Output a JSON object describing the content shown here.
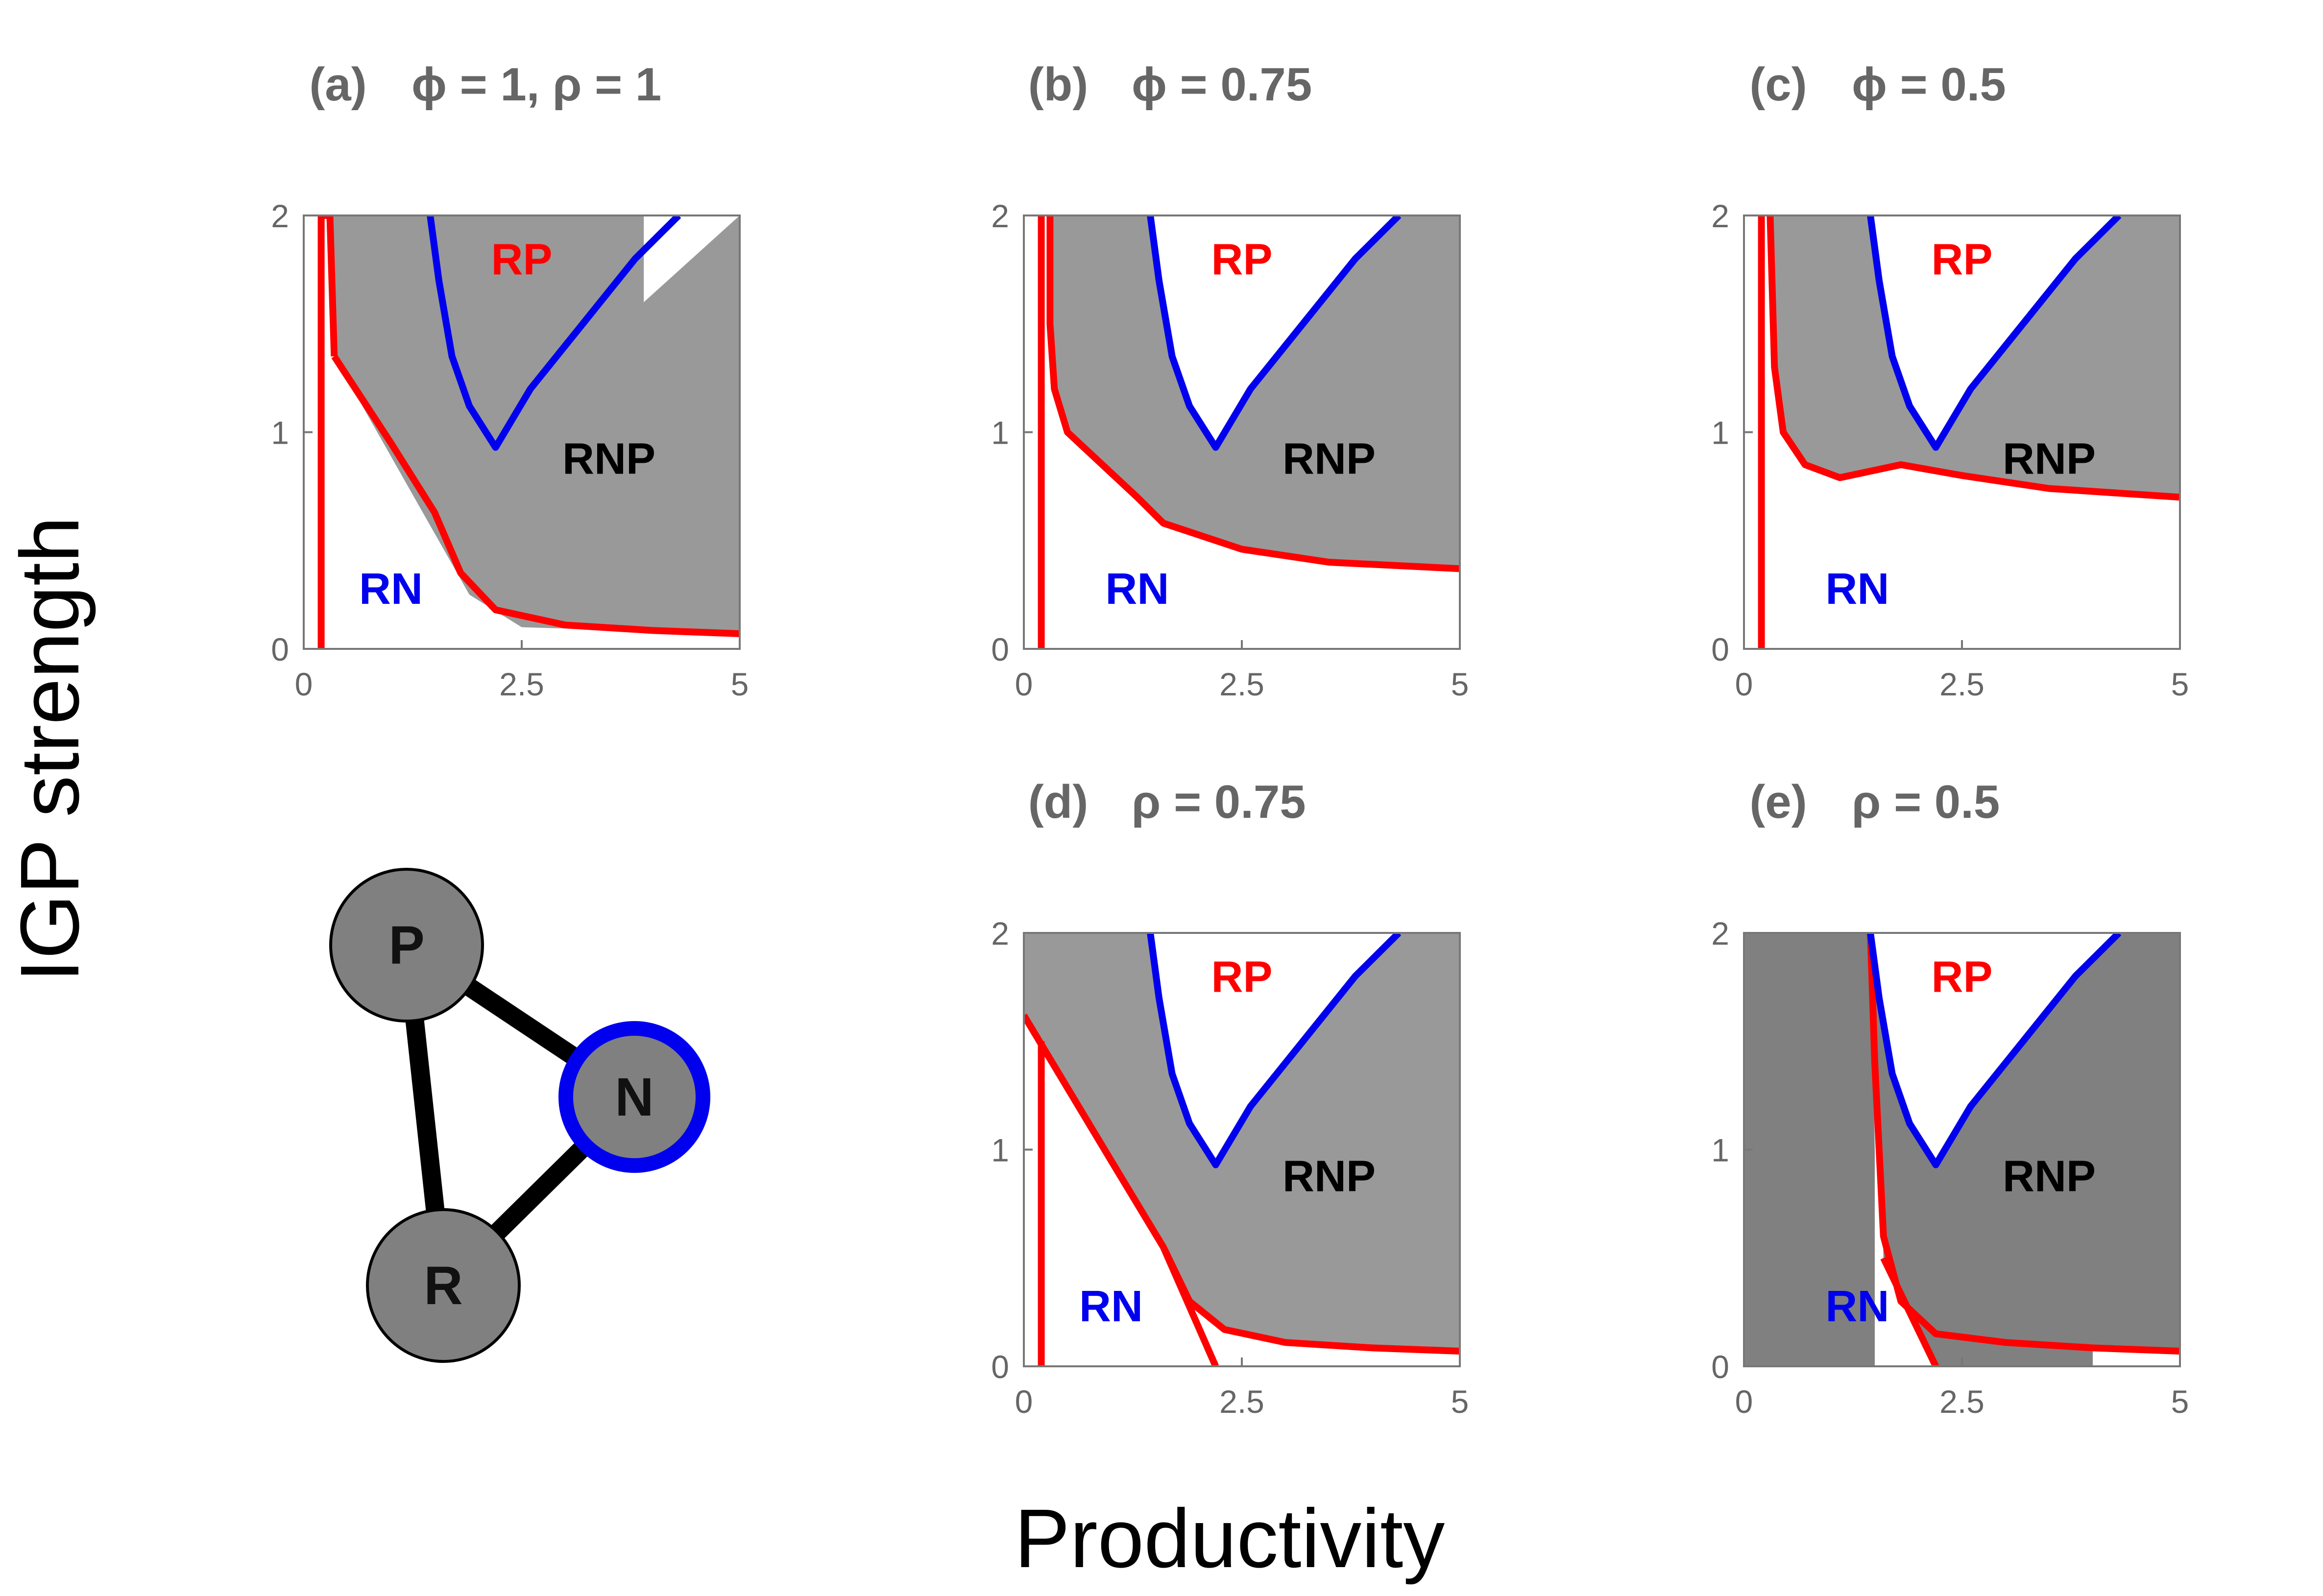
{
  "figure": {
    "ylabel": "IGP strength",
    "xlabel": "Productivity"
  },
  "colors": {
    "feasible_fill": "#999999",
    "dark_fill": "#808080",
    "red_boundary": "#ff0000",
    "blue_boundary": "#0000ee",
    "title_gray": "#666666"
  },
  "network": {
    "nodes": [
      {
        "label": "P",
        "fill": "#808080",
        "ring": "#000000"
      },
      {
        "label": "N",
        "fill": "#808080",
        "ring": "#0000ee"
      },
      {
        "label": "R",
        "fill": "#808080",
        "ring": "#000000"
      }
    ],
    "edges": [
      [
        "P",
        "N"
      ],
      [
        "P",
        "R"
      ],
      [
        "R",
        "N"
      ]
    ]
  },
  "chart_data": [
    {
      "id": "a",
      "type": "area",
      "panel_letter": "(a)",
      "params": "ϕ = 1, ρ = 1",
      "xlim": [
        0,
        5
      ],
      "ylim": [
        0,
        2
      ],
      "xticks": [
        "0",
        "2.5",
        "5"
      ],
      "yticks": [
        "0",
        "1",
        "2"
      ],
      "region_labels": [
        {
          "text": "RP",
          "color": "#ff0000",
          "x": 2.5,
          "y": 1.8
        },
        {
          "text": "RNP",
          "color": "#000000",
          "x": 3.5,
          "y": 0.88
        },
        {
          "text": "RN",
          "color": "#0000ee",
          "x": 1.0,
          "y": 0.28
        }
      ],
      "fills": [
        {
          "color": "#999999",
          "points": [
            [
              0.3,
              2
            ],
            [
              3.9,
              2
            ],
            [
              3.9,
              1.6
            ],
            [
              2.2,
              0.9
            ],
            [
              2.6,
              1.6
            ],
            [
              3.9,
              1.6
            ],
            [
              5,
              2
            ],
            [
              5,
              0.07
            ],
            [
              2.5,
              0.1
            ],
            [
              1.9,
              0.25
            ],
            [
              0.35,
              1.35
            ]
          ]
        }
      ],
      "red_curve": [
        [
          0.35,
          1.35
        ],
        [
          1.0,
          0.95
        ],
        [
          1.5,
          0.63
        ],
        [
          1.8,
          0.35
        ],
        [
          2.2,
          0.18
        ],
        [
          3.0,
          0.11
        ],
        [
          4.0,
          0.085
        ],
        [
          5.0,
          0.07
        ]
      ],
      "red_vertical": [
        [
          0.2,
          0
        ],
        [
          0.2,
          2
        ],
        [
          0.3,
          2
        ],
        [
          0.35,
          1.35
        ]
      ],
      "blue_curve": [
        [
          1.45,
          2
        ],
        [
          1.55,
          1.7
        ],
        [
          1.7,
          1.35
        ],
        [
          1.9,
          1.12
        ],
        [
          2.2,
          0.93
        ],
        [
          2.6,
          1.2
        ],
        [
          3.2,
          1.5
        ],
        [
          3.8,
          1.8
        ],
        [
          4.3,
          2
        ]
      ]
    },
    {
      "id": "b",
      "type": "area",
      "panel_letter": "(b)",
      "params": "ϕ = 0.75",
      "xlim": [
        0,
        5
      ],
      "ylim": [
        0,
        2
      ],
      "xticks": [
        "0",
        "2.5",
        "5"
      ],
      "yticks": [
        "0",
        "1",
        "2"
      ],
      "region_labels": [
        {
          "text": "RP",
          "color": "#ff0000",
          "x": 2.5,
          "y": 1.8
        },
        {
          "text": "RNP",
          "color": "#000000",
          "x": 3.5,
          "y": 0.88
        },
        {
          "text": "RN",
          "color": "#0000ee",
          "x": 1.3,
          "y": 0.28
        }
      ],
      "fills": [
        {
          "color": "#999999",
          "points": [
            [
              0.3,
              2
            ],
            [
              1.45,
              2
            ],
            [
              1.55,
              1.7
            ],
            [
              1.7,
              1.35
            ],
            [
              1.9,
              1.12
            ],
            [
              2.2,
              0.93
            ],
            [
              2.6,
              1.2
            ],
            [
              3.2,
              1.5
            ],
            [
              3.8,
              1.8
            ],
            [
              4.3,
              2
            ],
            [
              5,
              2
            ],
            [
              5,
              0.37
            ],
            [
              3.5,
              0.4
            ],
            [
              2.5,
              0.46
            ],
            [
              1.6,
              0.58
            ],
            [
              1.3,
              0.7
            ],
            [
              0.5,
              1.0
            ],
            [
              0.35,
              1.2
            ],
            [
              0.3,
              1.5
            ]
          ]
        }
      ],
      "red_curve": [
        [
          0.3,
          2
        ],
        [
          0.3,
          1.5
        ],
        [
          0.35,
          1.2
        ],
        [
          0.5,
          1.0
        ],
        [
          1.3,
          0.7
        ],
        [
          1.6,
          0.58
        ],
        [
          2.5,
          0.46
        ],
        [
          3.5,
          0.4
        ],
        [
          5.0,
          0.37
        ]
      ],
      "red_vertical": [
        [
          0.2,
          0
        ],
        [
          0.2,
          2
        ]
      ],
      "blue_curve": [
        [
          1.45,
          2
        ],
        [
          1.55,
          1.7
        ],
        [
          1.7,
          1.35
        ],
        [
          1.9,
          1.12
        ],
        [
          2.2,
          0.93
        ],
        [
          2.6,
          1.2
        ],
        [
          3.2,
          1.5
        ],
        [
          3.8,
          1.8
        ],
        [
          4.3,
          2
        ]
      ]
    },
    {
      "id": "c",
      "type": "area",
      "panel_letter": "(c)",
      "params": "ϕ = 0.5",
      "xlim": [
        0,
        5
      ],
      "ylim": [
        0,
        2
      ],
      "xticks": [
        "0",
        "2.5",
        "5"
      ],
      "yticks": [
        "0",
        "1",
        "2"
      ],
      "region_labels": [
        {
          "text": "RP",
          "color": "#ff0000",
          "x": 2.5,
          "y": 1.8
        },
        {
          "text": "RNP",
          "color": "#000000",
          "x": 3.5,
          "y": 0.88
        },
        {
          "text": "RN",
          "color": "#0000ee",
          "x": 1.3,
          "y": 0.28
        }
      ],
      "fills": [
        {
          "color": "#999999",
          "points": [
            [
              0.3,
              2
            ],
            [
              1.45,
              2
            ],
            [
              1.55,
              1.7
            ],
            [
              1.7,
              1.35
            ],
            [
              1.9,
              1.12
            ],
            [
              2.2,
              0.93
            ],
            [
              2.6,
              1.2
            ],
            [
              3.2,
              1.5
            ],
            [
              3.8,
              1.8
            ],
            [
              4.3,
              2
            ],
            [
              5,
              2
            ],
            [
              5,
              0.7
            ],
            [
              3.5,
              0.74
            ],
            [
              2.5,
              0.8
            ],
            [
              1.8,
              0.85
            ],
            [
              1.1,
              0.79
            ],
            [
              0.7,
              0.85
            ],
            [
              0.45,
              1.0
            ],
            [
              0.35,
              1.3
            ]
          ]
        }
      ],
      "red_curve": [
        [
          0.3,
          2
        ],
        [
          0.35,
          1.3
        ],
        [
          0.45,
          1.0
        ],
        [
          0.7,
          0.85
        ],
        [
          1.1,
          0.79
        ],
        [
          1.8,
          0.85
        ],
        [
          2.5,
          0.8
        ],
        [
          3.5,
          0.74
        ],
        [
          5.0,
          0.7
        ]
      ],
      "red_vertical": [
        [
          0.2,
          0
        ],
        [
          0.2,
          2
        ]
      ],
      "blue_curve": [
        [
          1.45,
          2
        ],
        [
          1.55,
          1.7
        ],
        [
          1.7,
          1.35
        ],
        [
          1.9,
          1.12
        ],
        [
          2.2,
          0.93
        ],
        [
          2.6,
          1.2
        ],
        [
          3.2,
          1.5
        ],
        [
          3.8,
          1.8
        ],
        [
          4.3,
          2
        ]
      ]
    },
    {
      "id": "d",
      "type": "area",
      "panel_letter": "(d)",
      "params": "ρ = 0.75",
      "xlim": [
        0,
        5
      ],
      "ylim": [
        0,
        2
      ],
      "xticks": [
        "0",
        "2.5",
        "5"
      ],
      "yticks": [
        "0",
        "1",
        "2"
      ],
      "region_labels": [
        {
          "text": "RP",
          "color": "#ff0000",
          "x": 2.5,
          "y": 1.8
        },
        {
          "text": "RNP",
          "color": "#000000",
          "x": 3.5,
          "y": 0.88
        },
        {
          "text": "RN",
          "color": "#0000ee",
          "x": 1.0,
          "y": 0.28
        }
      ],
      "fills": [
        {
          "color": "#999999",
          "points": [
            [
              0,
              2
            ],
            [
              1.45,
              2
            ],
            [
              1.55,
              1.7
            ],
            [
              1.7,
              1.35
            ],
            [
              1.9,
              1.12
            ],
            [
              2.2,
              0.93
            ],
            [
              2.6,
              1.2
            ],
            [
              3.2,
              1.5
            ],
            [
              3.8,
              1.8
            ],
            [
              4.3,
              2
            ],
            [
              5,
              2
            ],
            [
              5,
              0.07
            ],
            [
              3.0,
              0.1
            ],
            [
              2.3,
              0.17
            ],
            [
              2.0,
              0.25
            ],
            [
              0,
              1.6
            ]
          ]
        }
      ],
      "red_curve": [
        [
          0,
          1.62
        ],
        [
          1.0,
          0.95
        ],
        [
          1.6,
          0.55
        ],
        [
          1.9,
          0.3
        ],
        [
          2.3,
          0.17
        ],
        [
          3.0,
          0.11
        ],
        [
          4.0,
          0.085
        ],
        [
          5.0,
          0.07
        ]
      ],
      "red_extra": [
        [
          1.6,
          0.55
        ],
        [
          2.2,
          0
        ]
      ],
      "red_vertical": [
        [
          0.2,
          0
        ],
        [
          0.2,
          1.5
        ]
      ],
      "blue_curve": [
        [
          1.45,
          2
        ],
        [
          1.55,
          1.7
        ],
        [
          1.7,
          1.35
        ],
        [
          1.9,
          1.12
        ],
        [
          2.2,
          0.93
        ],
        [
          2.6,
          1.2
        ],
        [
          3.2,
          1.5
        ],
        [
          3.8,
          1.8
        ],
        [
          4.3,
          2
        ]
      ]
    },
    {
      "id": "e",
      "type": "area",
      "panel_letter": "(e)",
      "params": "ρ = 0.5",
      "xlim": [
        0,
        5
      ],
      "ylim": [
        0,
        2
      ],
      "xticks": [
        "0",
        "2.5",
        "5"
      ],
      "yticks": [
        "0",
        "1",
        "2"
      ],
      "region_labels": [
        {
          "text": "RP",
          "color": "#ff0000",
          "x": 2.5,
          "y": 1.8
        },
        {
          "text": "RNP",
          "color": "#000000",
          "x": 3.5,
          "y": 0.88
        },
        {
          "text": "RN",
          "color": "#0000ee",
          "x": 1.3,
          "y": 0.28
        }
      ],
      "fills": [
        {
          "color": "#808080",
          "points": [
            [
              0,
              0
            ],
            [
              0,
              2
            ],
            [
              1.45,
              2
            ],
            [
              1.5,
              1.0
            ],
            [
              1.5,
              0
            ]
          ]
        },
        {
          "color": "#808080",
          "points": [
            [
              1.45,
              2
            ],
            [
              1.55,
              1.7
            ],
            [
              1.7,
              1.35
            ],
            [
              1.9,
              1.12
            ],
            [
              2.2,
              0.93
            ],
            [
              2.6,
              1.2
            ],
            [
              3.2,
              1.5
            ],
            [
              3.8,
              1.8
            ],
            [
              4.3,
              2
            ],
            [
              5,
              2
            ],
            [
              5,
              0.07
            ],
            [
              4.0,
              0.08
            ],
            [
              4.0,
              0
            ],
            [
              2.2,
              0
            ],
            [
              1.6,
              0.5
            ],
            [
              1.55,
              1.2
            ]
          ]
        }
      ],
      "red_curve": [
        [
          1.45,
          2
        ],
        [
          1.5,
          1.4
        ],
        [
          1.6,
          0.6
        ],
        [
          1.8,
          0.3
        ],
        [
          2.2,
          0.15
        ],
        [
          3.0,
          0.11
        ],
        [
          4.0,
          0.085
        ],
        [
          5.0,
          0.07
        ]
      ],
      "red_extra": [
        [
          1.6,
          0.5
        ],
        [
          2.2,
          0
        ]
      ],
      "red_vertical": [],
      "blue_curve": [
        [
          1.45,
          2
        ],
        [
          1.55,
          1.7
        ],
        [
          1.7,
          1.35
        ],
        [
          1.9,
          1.12
        ],
        [
          2.2,
          0.93
        ],
        [
          2.6,
          1.2
        ],
        [
          3.2,
          1.5
        ],
        [
          3.8,
          1.8
        ],
        [
          4.3,
          2
        ]
      ]
    }
  ]
}
